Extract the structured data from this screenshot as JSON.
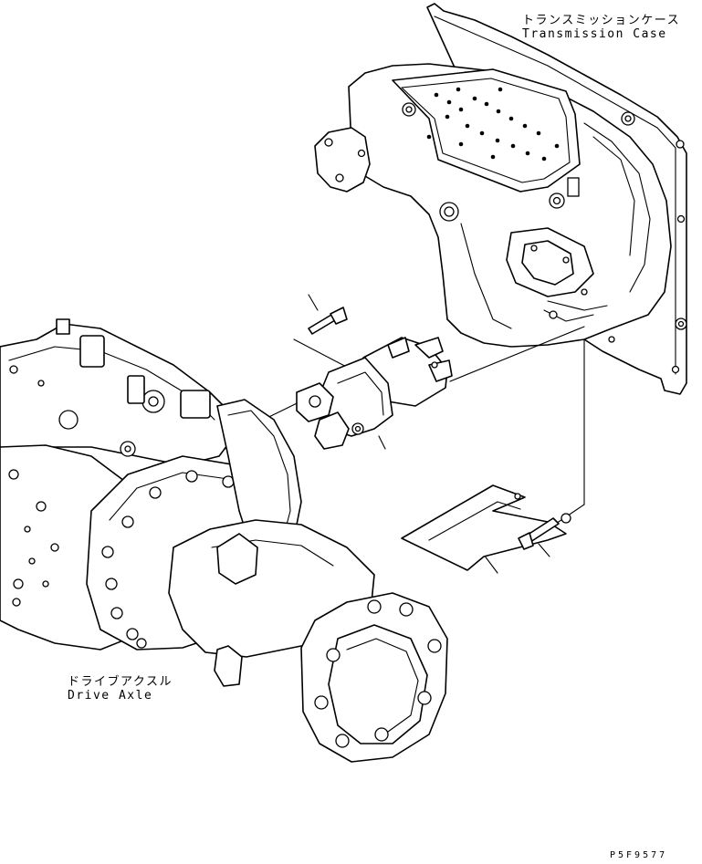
{
  "labels": {
    "transmission_case_jp": "トランスミッションケース",
    "transmission_case_en": "Transmission Case",
    "drive_axle_jp": "ドライブアクスル",
    "drive_axle_en": "Drive Axle",
    "drawing_code": "P5F9577"
  }
}
